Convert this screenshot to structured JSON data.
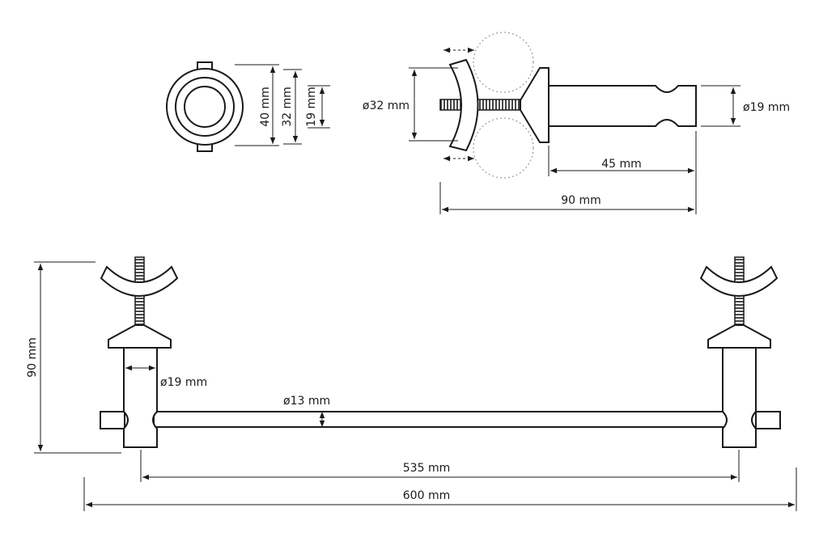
{
  "labels": {
    "front_outer": "40 mm",
    "front_middle": "32 mm",
    "front_inner": "19 mm",
    "side_bracket_dia": "ø32 mm",
    "side_post_dia": "ø19 mm",
    "side_post_length": "45 mm",
    "side_depth": "90 mm",
    "bottom_height": "90 mm",
    "bottom_post_dia": "ø19 mm",
    "bottom_rod_dia": "ø13 mm",
    "bottom_center": "535 mm",
    "bottom_total": "600 mm"
  },
  "colors": {
    "line": "#1a1a1a",
    "dashed": "#888888",
    "background": "#ffffff"
  }
}
